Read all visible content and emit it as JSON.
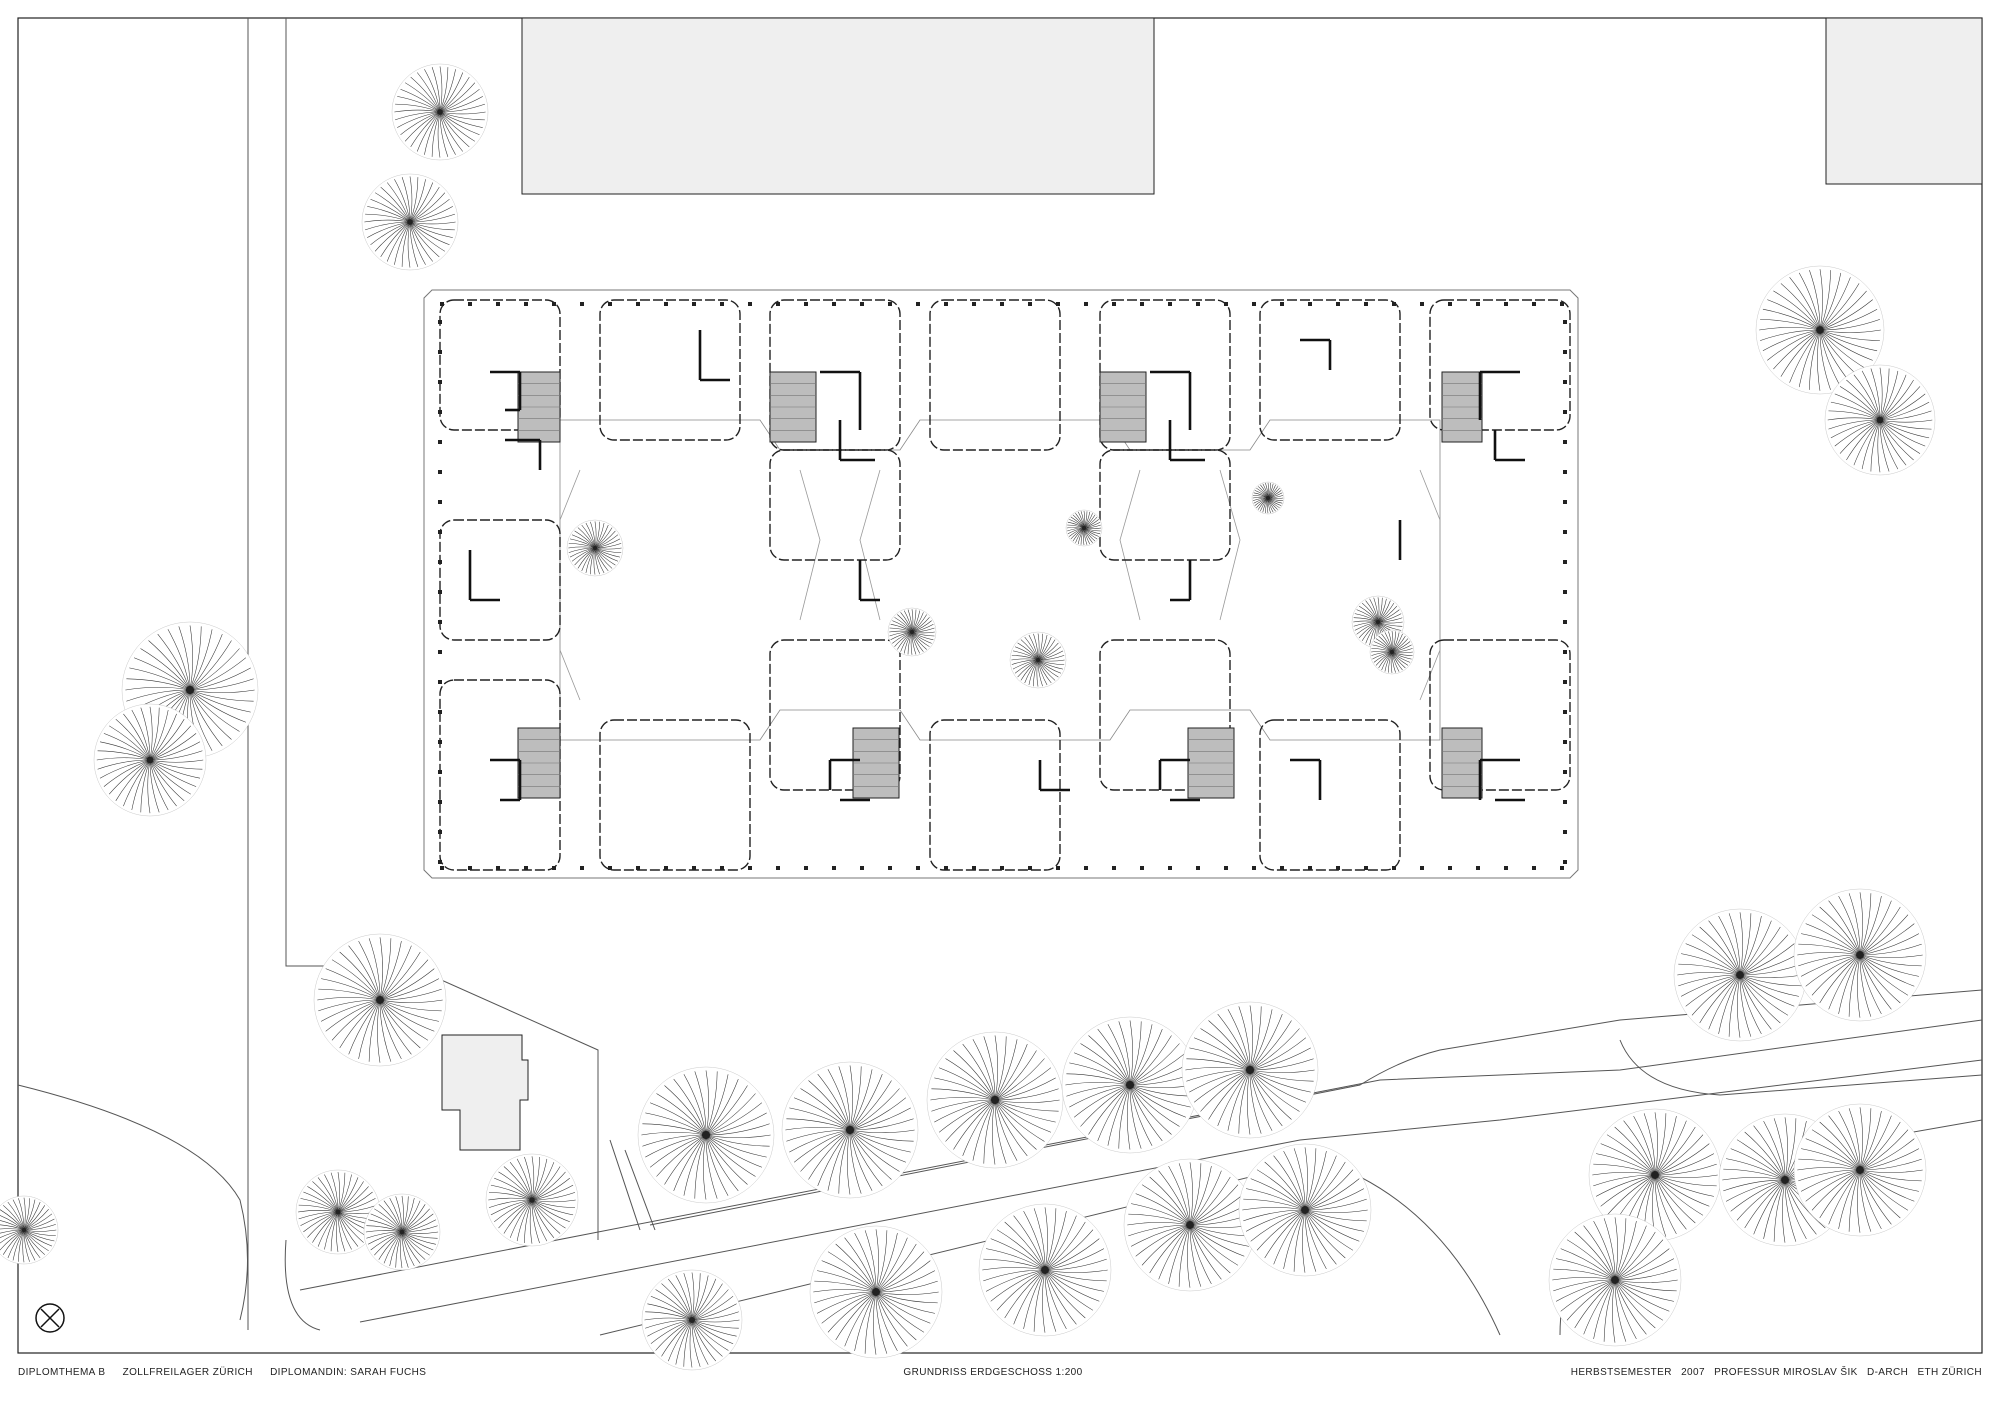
{
  "sheet": {
    "title": "GRUNDRISS ERDGESCHOSS 1:200",
    "left_caption": [
      "DIPLOMTHEMA B",
      "ZOLLFREILAGER ZÜRICH",
      "DIPLOMANDIN: SARAH FUCHS"
    ],
    "right_caption": [
      "HERBSTSEMESTER",
      "2007",
      "PROFESSUR MIROSLAV ŠIK",
      "D-ARCH",
      "ETH ZÜRICH"
    ]
  },
  "drawing": {
    "type": "architectural site plan",
    "line_color": "#222222",
    "hatch_color": "#bdbdbd",
    "fill_grey": "#efefef",
    "icons": [
      "north-arrow-icon",
      "tree-icon"
    ]
  }
}
